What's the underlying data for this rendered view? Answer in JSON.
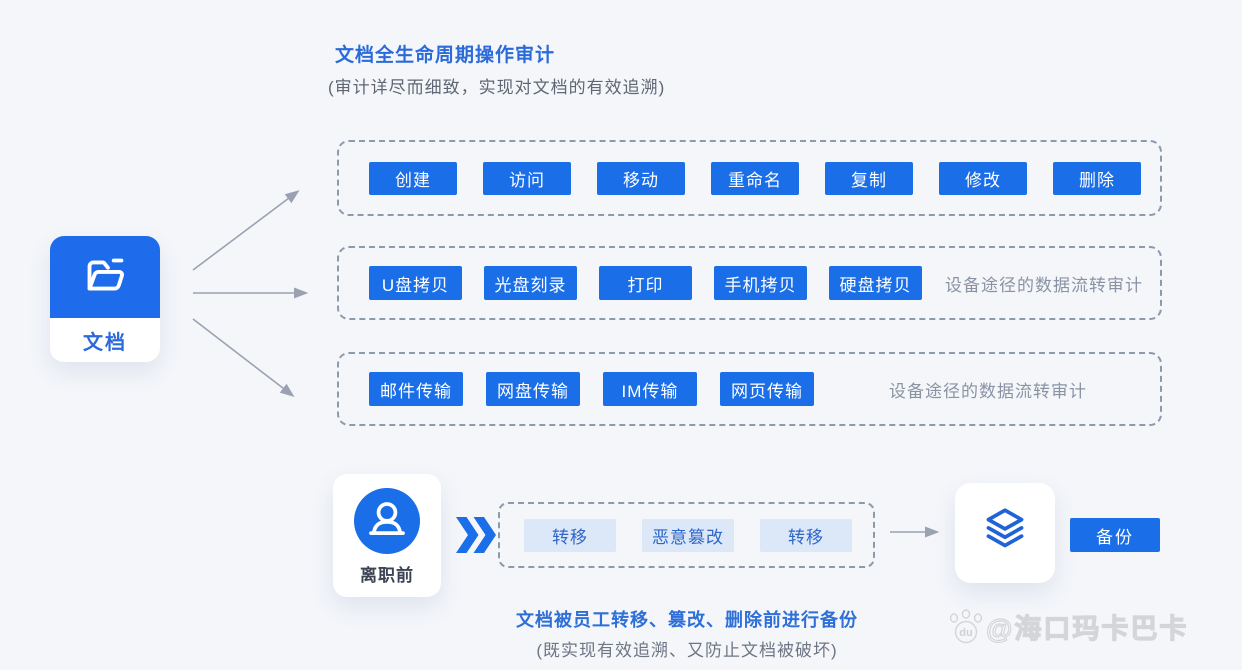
{
  "colors": {
    "background": "#f4f6fa",
    "accent_blue": "#1a6ee8",
    "title_blue": "#2b6bd9",
    "note_gray": "#8a93a4",
    "risk_chip_bg": "#dce7f7",
    "risk_chip_text": "#2f66c9",
    "dashed_border": "#8d99ac",
    "arrow_gray": "#9aa2b1"
  },
  "header": {
    "title": "文档全生命周期操作审计",
    "subtitle": "(审计详尽而细致，实现对文档的有效追溯)"
  },
  "source": {
    "label": "文档",
    "icon": "folder-icon"
  },
  "rows": [
    {
      "items": [
        "创建",
        "访问",
        "移动",
        "重命名",
        "复制",
        "修改",
        "删除"
      ]
    },
    {
      "items": [
        "U盘拷贝",
        "光盘刻录",
        "打印",
        "手机拷贝",
        "硬盘拷贝"
      ],
      "note": "设备途径的数据流转审计"
    },
    {
      "items": [
        "邮件传输",
        "网盘传输",
        "IM传输",
        "网页传输"
      ],
      "note": "设备途径的数据流转审计"
    }
  ],
  "backup_flow": {
    "actor": "离职前",
    "actor_icon": "person-icon",
    "risks": [
      "转移",
      "恶意篡改",
      "转移"
    ],
    "backup_icon": "layers-icon",
    "backup_label": "备份",
    "caption": "文档被员工转移、篡改、删除前进行备份",
    "caption_sub": "(既实现有效追溯、又防止文档被破坏)"
  },
  "watermark": {
    "icon": "paw-icon",
    "icon_text": "du",
    "text": "@海口玛卡巴卡"
  }
}
